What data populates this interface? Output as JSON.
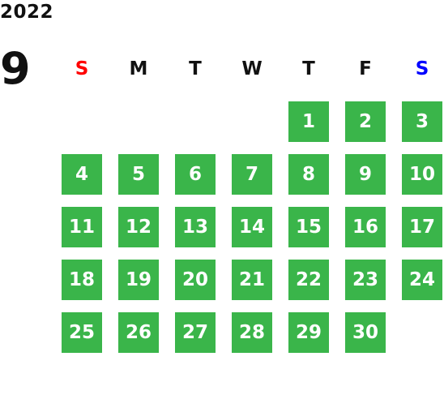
{
  "calendar": {
    "year": "2022",
    "month": "9",
    "weekdays": [
      "S",
      "M",
      "T",
      "W",
      "T",
      "F",
      "S"
    ],
    "colors": {
      "day_bg": "#3ab54a",
      "sunday": "#ff0000",
      "saturday": "#0000ff",
      "weekday": "#111111"
    },
    "weeks": [
      [
        "",
        "",
        "",
        "",
        "1",
        "2",
        "3"
      ],
      [
        "4",
        "5",
        "6",
        "7",
        "8",
        "9",
        "10"
      ],
      [
        "11",
        "12",
        "13",
        "14",
        "15",
        "16",
        "17"
      ],
      [
        "18",
        "19",
        "20",
        "21",
        "22",
        "23",
        "24"
      ],
      [
        "25",
        "26",
        "27",
        "28",
        "29",
        "30",
        ""
      ]
    ]
  }
}
